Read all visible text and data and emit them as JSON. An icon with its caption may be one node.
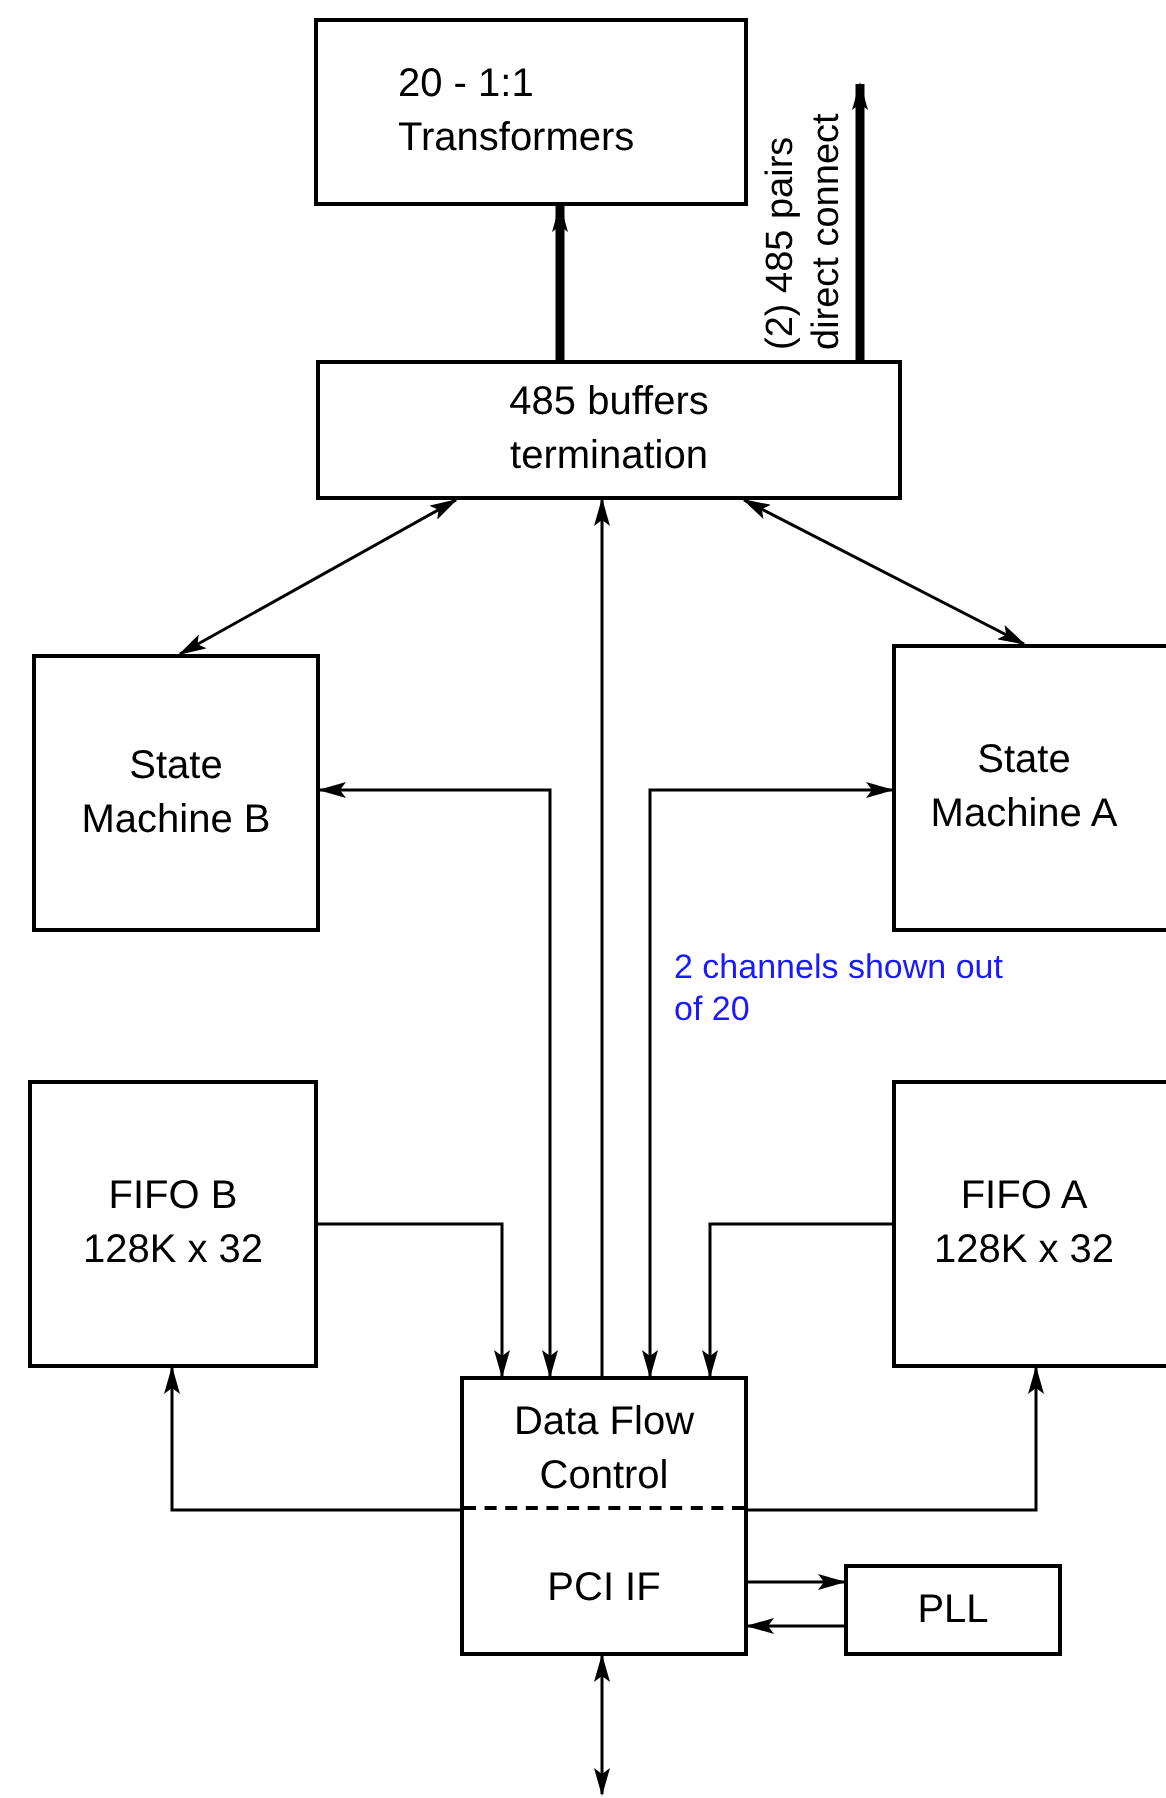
{
  "diagram": {
    "nodes": [
      {
        "text": [
          "20 - 1:1 Transformers"
        ]
      },
      {
        "text": [
          "485 buffers termination"
        ]
      },
      {
        "text": [
          "State Machine B"
        ]
      },
      {
        "text": [
          "State Machine A"
        ]
      },
      {
        "text": [
          "FIFO B 128K x 32"
        ]
      },
      {
        "text": [
          "FIFO A 128K x 32"
        ]
      },
      {
        "text": [
          "Data Flow Control",
          "PCI IF"
        ]
      },
      {
        "text": [
          "PLL"
        ]
      }
    ],
    "edges": [
      {
        "from": 1,
        "to": 0,
        "arrow": "to",
        "style": "thick"
      },
      {
        "from": 1,
        "to": null,
        "arrow": "to",
        "style": "thick",
        "label": "(2) 485 pairs direct connect"
      },
      {
        "from": 1,
        "to": 2,
        "arrow": "both"
      },
      {
        "from": 1,
        "to": 3,
        "arrow": "both"
      },
      {
        "from": 6,
        "to": 1,
        "arrow": "to"
      },
      {
        "from": 2,
        "to": 6,
        "arrow": "both"
      },
      {
        "from": 3,
        "to": 6,
        "arrow": "both"
      },
      {
        "from": 4,
        "to": 6,
        "arrow": "to"
      },
      {
        "from": 5,
        "to": 6,
        "arrow": "to"
      },
      {
        "from": 6,
        "to": 4,
        "arrow": "to"
      },
      {
        "from": 6,
        "to": 5,
        "arrow": "to"
      },
      {
        "from": 6,
        "to": 7,
        "arrow": "to"
      },
      {
        "from": 7,
        "to": 6,
        "arrow": "to"
      },
      {
        "from": 6,
        "to": null,
        "arrow": "both"
      }
    ],
    "labels": [
      "2 channels shown out of 20"
    ]
  }
}
